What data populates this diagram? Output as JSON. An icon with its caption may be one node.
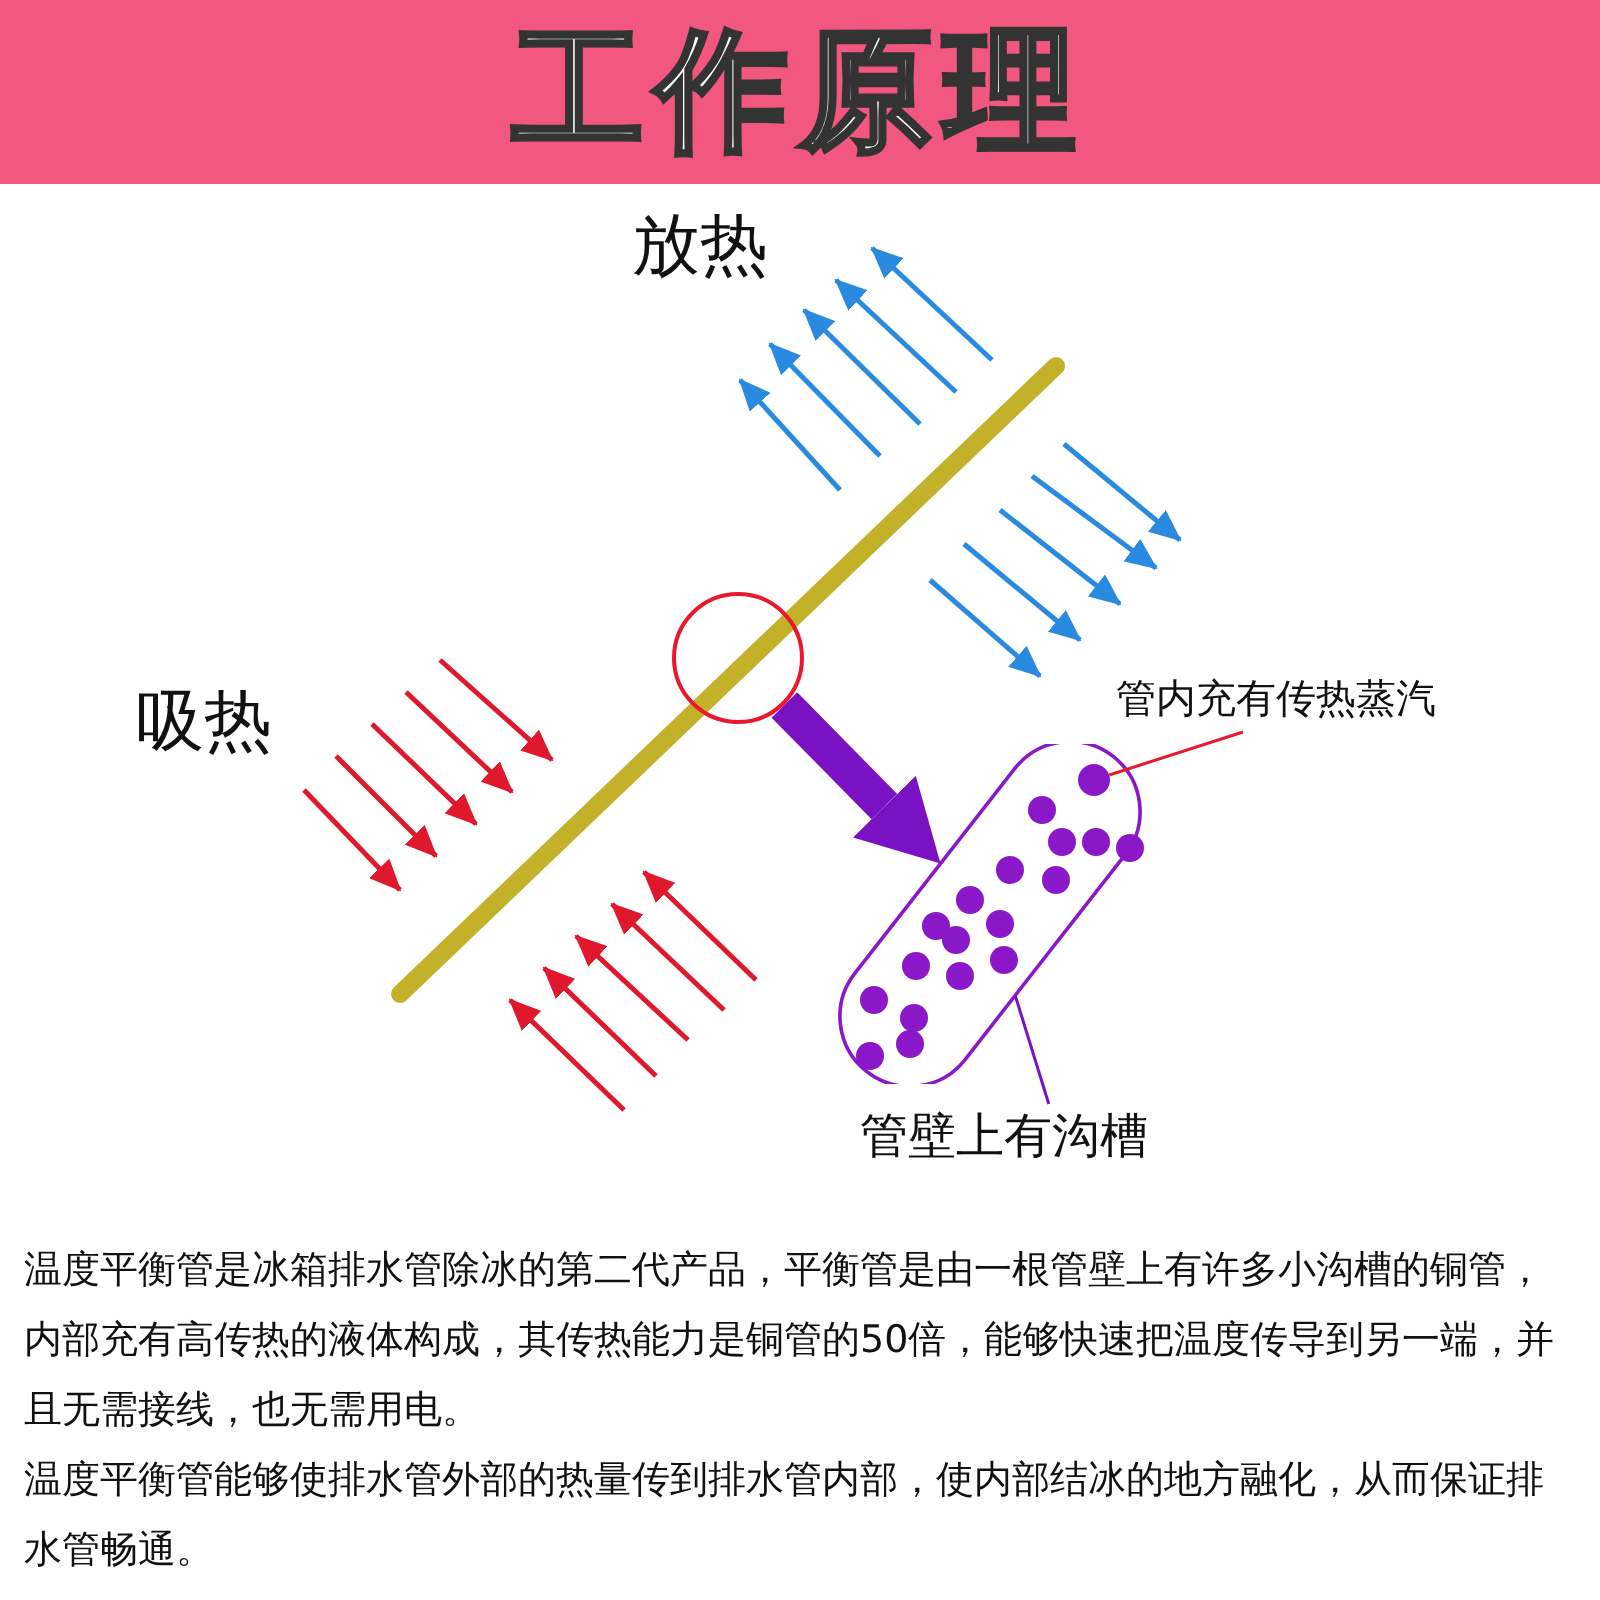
{
  "diagram": {
    "title": "工作原理",
    "nodes": [
      {
        "text": [],
        "shape": "circle"
      },
      {
        "text": [],
        "shape": "cylinder"
      },
      {
        "text": [
          "管内充有传热蒸汽"
        ]
      },
      {
        "text": [],
        "shape": "circle",
        "in": 1
      },
      {
        "text": [
          "管壁上有沟槽"
        ]
      }
    ],
    "edges": [
      {
        "from": 0,
        "to": 1,
        "arrow": "to",
        "style": "thick",
        "color": "#7a12c4"
      },
      {
        "from": 2,
        "to": 3,
        "arrow": "none",
        "color": "#e8192c"
      },
      {
        "from": 4,
        "to": 1,
        "arrow": "none",
        "color": "#7a12c4"
      }
    ],
    "labels": [
      "放热",
      "吸热",
      "温度平衡管是冰箱排水管除冰的第二代产品，平衡管是由一根管壁上有许多小沟槽的铜管，内部充有高传热的液体构成，其传热能力是铜管的50倍，能够快速把温度传导到另一端，并且无需接线，也无需用电。",
      "温度平衡管能够使排水管外部的热量传到排水管内部，使内部结冰的地方融化，从而保证排水管畅通。"
    ]
  }
}
